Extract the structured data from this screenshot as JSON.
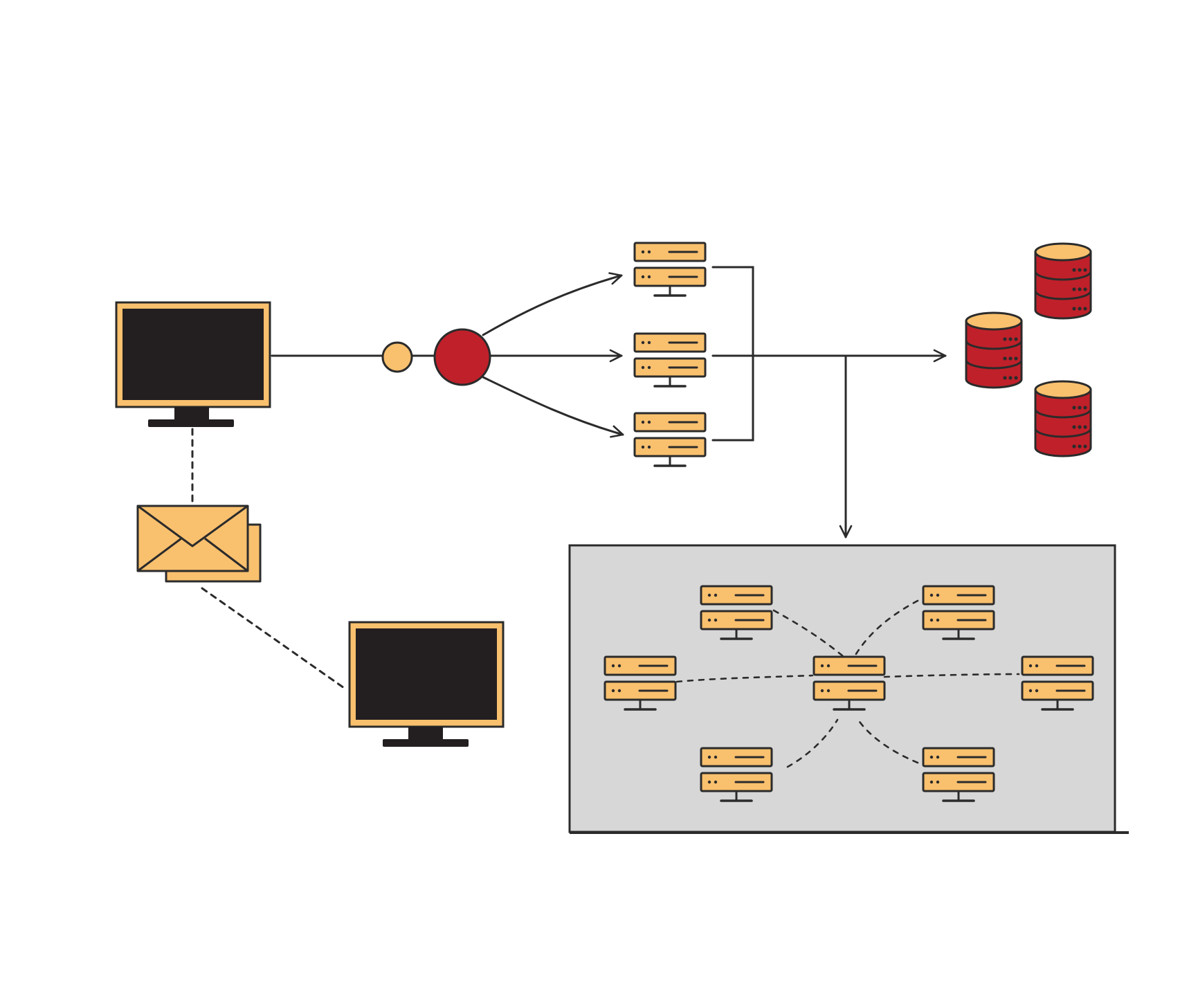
{
  "colors": {
    "background": "#ffffff",
    "outline": "#2b2b2b",
    "orange": "#f9c06e",
    "red": "#c0202a",
    "screen": "#231f20",
    "panel": "#d7d7d7"
  },
  "nodes": {
    "client_primary": {
      "icon": "monitor-icon"
    },
    "client_secondary": {
      "icon": "monitor-icon"
    },
    "message": {
      "icon": "envelope-icon"
    },
    "small_node": {
      "icon": "circle-node-icon"
    },
    "load_balancer": {
      "icon": "circle-node-icon"
    },
    "app_servers": {
      "icon": "server-icon",
      "count": 3
    },
    "databases": {
      "icon": "database-icon",
      "count": 3
    },
    "cluster": {
      "icon": "server-icon",
      "count": 7,
      "hub_links": 6
    }
  },
  "edges": [
    {
      "from": "client_primary",
      "to": "small_node",
      "style": "solid"
    },
    {
      "from": "small_node",
      "to": "load_balancer",
      "style": "solid"
    },
    {
      "from": "load_balancer",
      "to": "app_server_1",
      "style": "arrow"
    },
    {
      "from": "load_balancer",
      "to": "app_server_2",
      "style": "arrow"
    },
    {
      "from": "load_balancer",
      "to": "app_server_3",
      "style": "arrow"
    },
    {
      "from": "app_servers",
      "to": "databases",
      "style": "arrow"
    },
    {
      "from": "app_servers",
      "to": "cluster",
      "style": "arrow"
    },
    {
      "from": "client_primary",
      "to": "message",
      "style": "dashed"
    },
    {
      "from": "message",
      "to": "client_secondary",
      "style": "dashed"
    }
  ]
}
